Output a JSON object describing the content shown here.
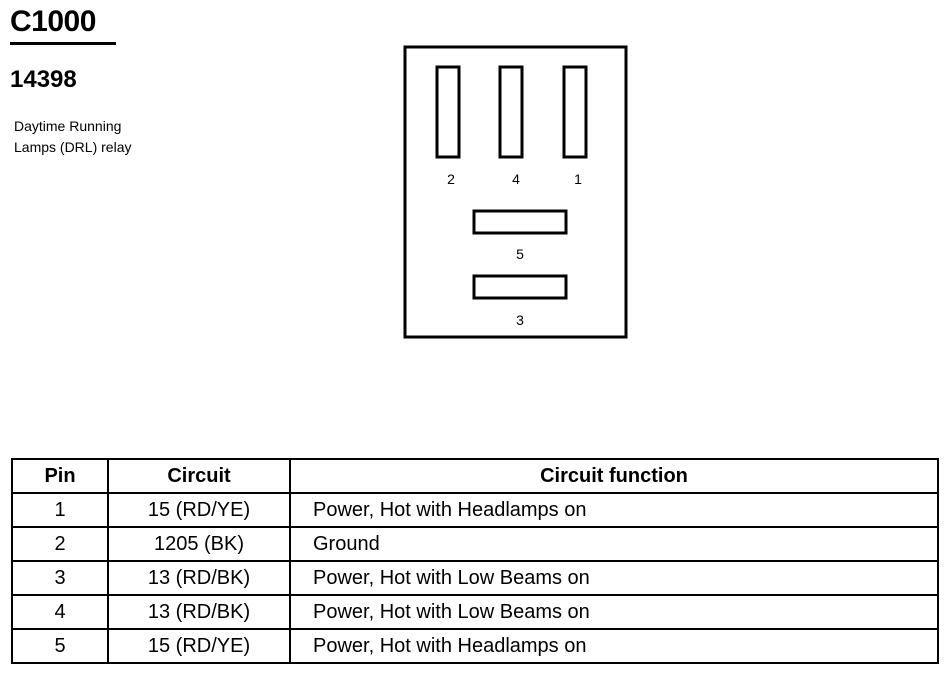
{
  "connector": {
    "id": "C1000",
    "part_number": "14398",
    "description_lines": [
      "Daytime Running",
      "Lamps (DRL) relay"
    ]
  },
  "connector_face": {
    "vertical_pins": [
      "2",
      "4",
      "1"
    ],
    "horizontal_pins": [
      "5",
      "3"
    ]
  },
  "pin_table": {
    "headers": {
      "pin": "Pin",
      "circuit": "Circuit",
      "function": "Circuit function"
    },
    "rows": [
      {
        "pin": "1",
        "circuit": "15 (RD/YE)",
        "function": "Power, Hot with Headlamps on"
      },
      {
        "pin": "2",
        "circuit": "1205 (BK)",
        "function": "Ground"
      },
      {
        "pin": "3",
        "circuit": "13 (RD/BK)",
        "function": "Power, Hot with Low Beams on"
      },
      {
        "pin": "4",
        "circuit": "13 (RD/BK)",
        "function": "Power, Hot with Low Beams on"
      },
      {
        "pin": "5",
        "circuit": "15 (RD/YE)",
        "function": "Power, Hot with Headlamps on"
      }
    ]
  }
}
